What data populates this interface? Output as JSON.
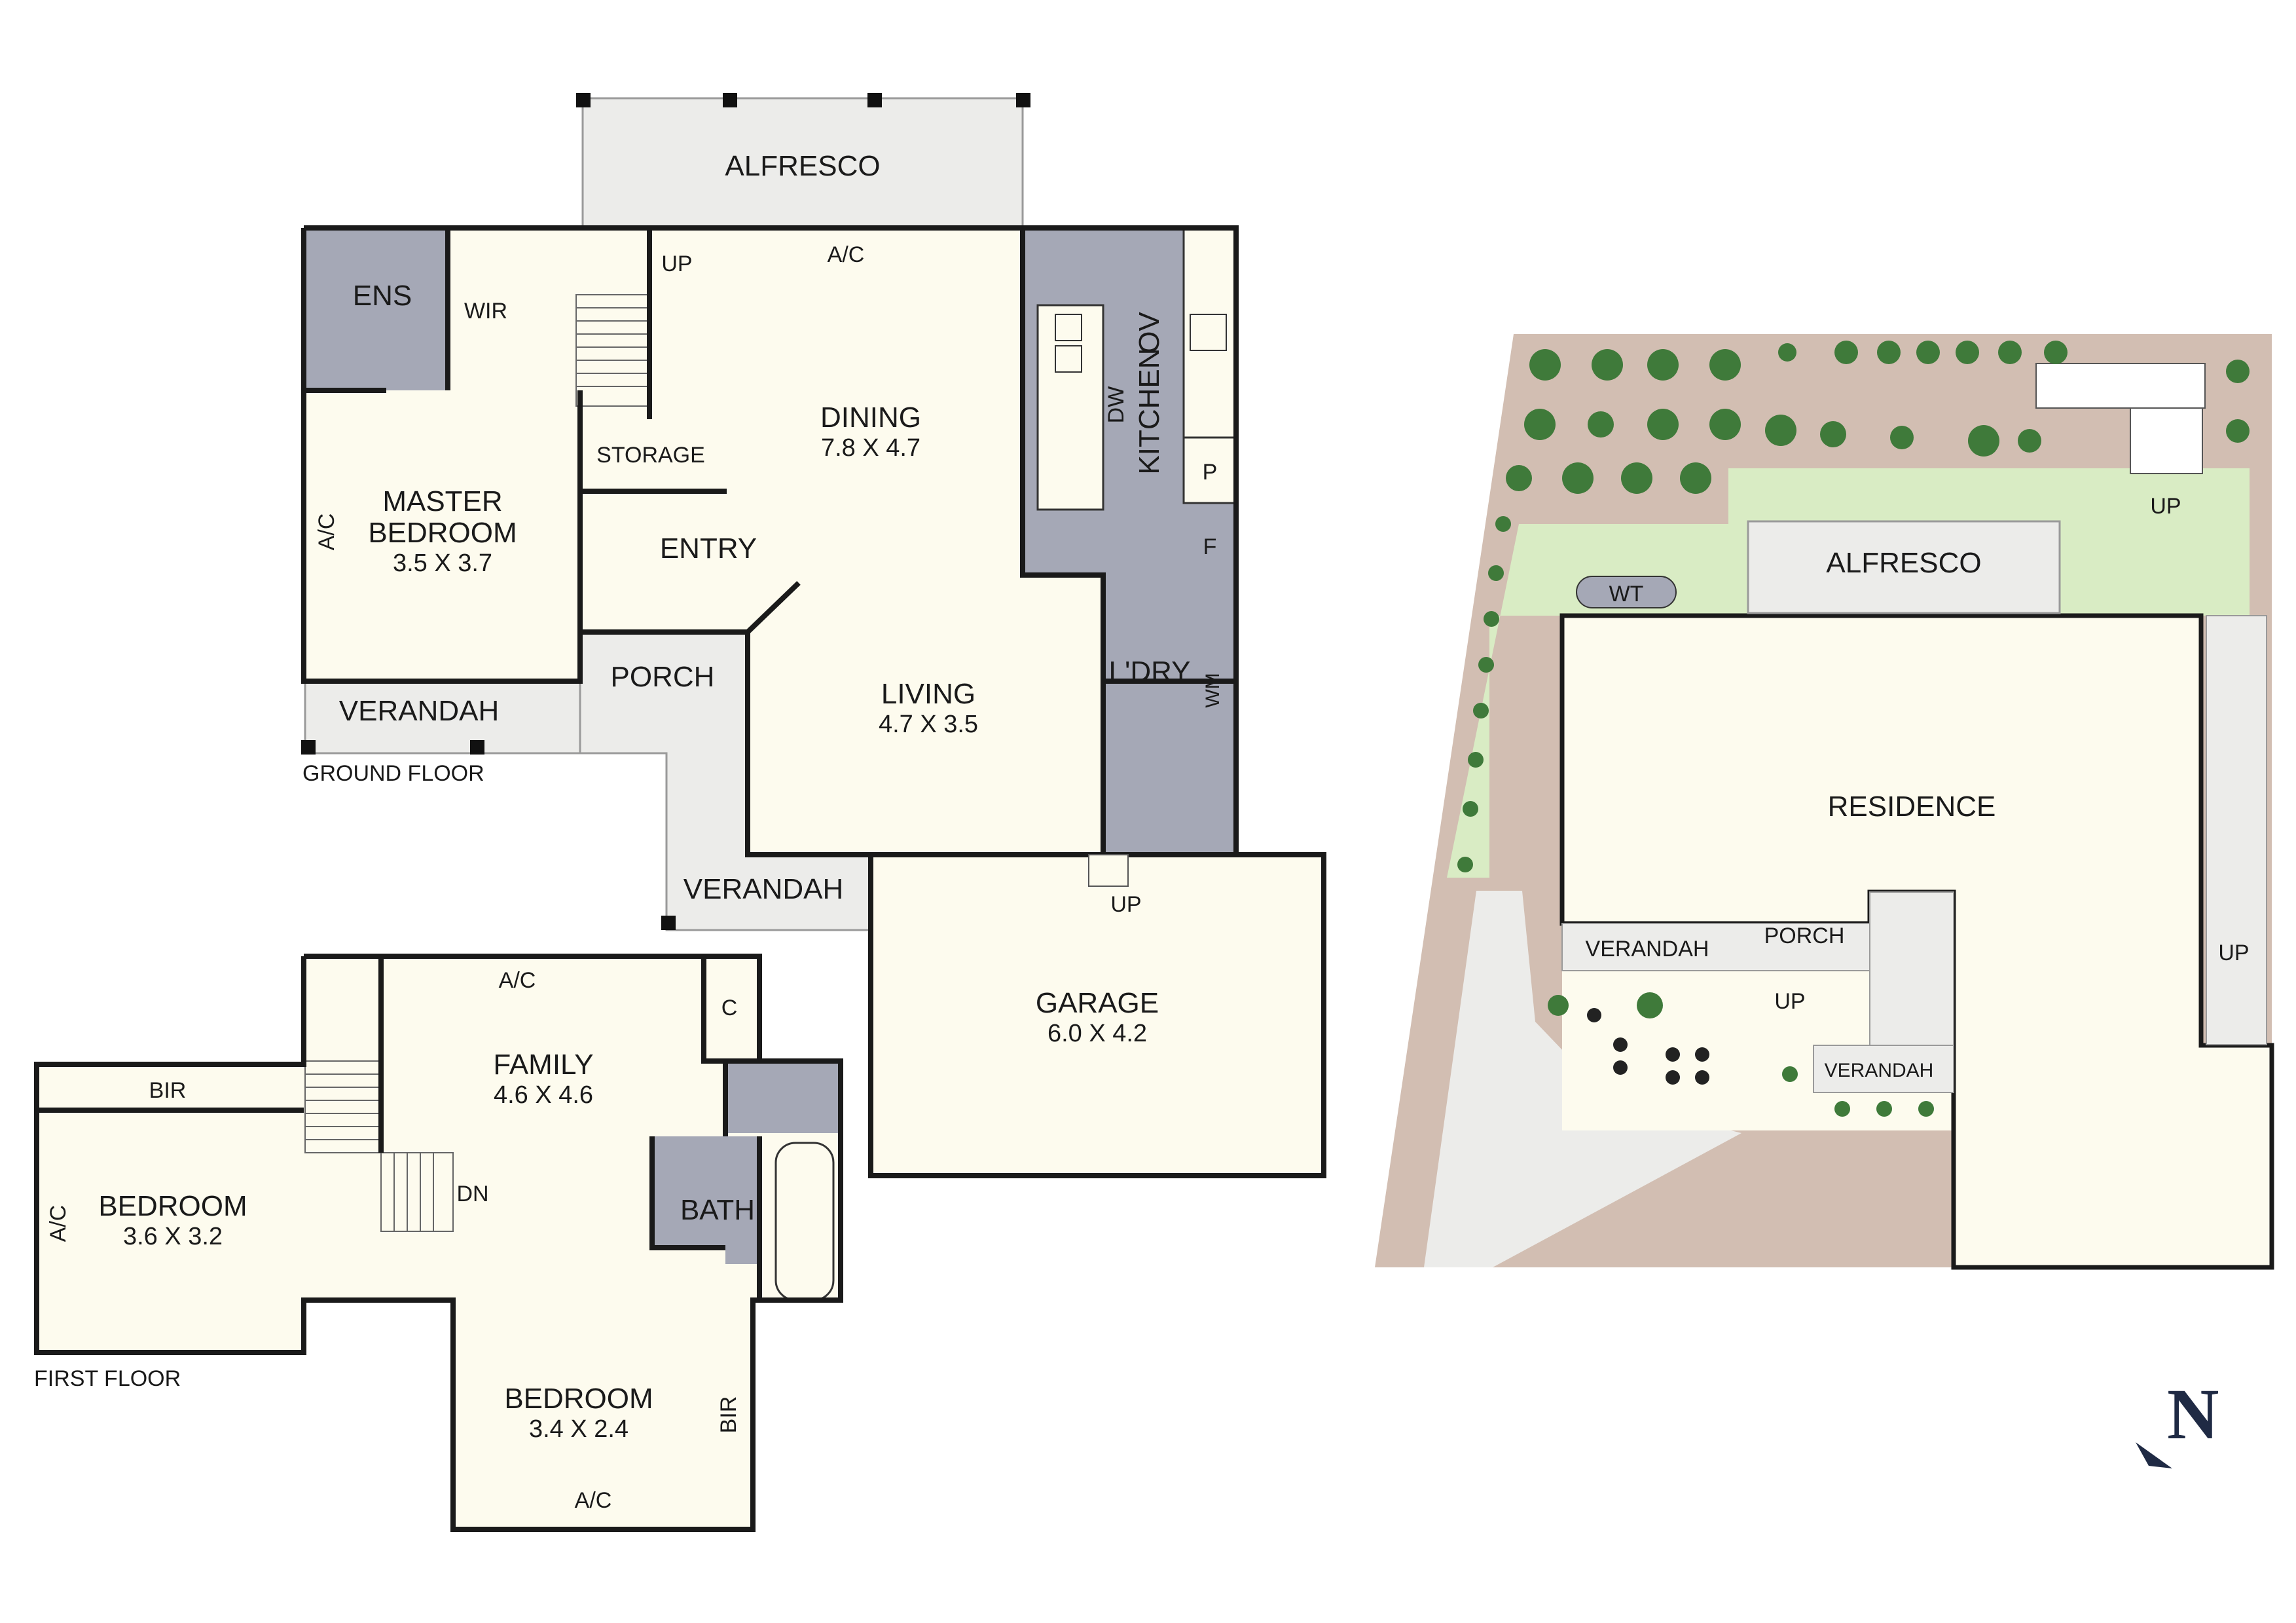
{
  "labels": {
    "alfresco_top": "ALFRESCO",
    "ac_alfresco": "A/C",
    "up_stairs": "UP",
    "ens": "ENS",
    "wir": "WIR",
    "dining": "DINING",
    "dining_dim": "7.8 X 4.7",
    "storage": "STORAGE",
    "dw": "DW",
    "kitchen": "KITCHEN",
    "ov": "OV",
    "p": "P",
    "f": "F",
    "master_bedroom_1": "MASTER",
    "master_bedroom_2": "BEDROOM",
    "master_dim": "3.5 X 3.7",
    "ac_master": "A/C",
    "entry": "ENTRY",
    "porch": "PORCH",
    "living": "LIVING",
    "living_dim": "4.7 X 3.5",
    "ldry": "L'DRY",
    "wm": "WM",
    "verandah_west": "VERANDAH",
    "ground_floor": "GROUND FLOOR",
    "verandah_south": "VERANDAH",
    "up_garage": "UP",
    "garage": "GARAGE",
    "garage_dim": "6.0 X 4.2",
    "ac_family": "A/C",
    "c": "C",
    "family": "FAMILY",
    "family_dim": "4.6 X 4.6",
    "bir_top": "BIR",
    "dn": "DN",
    "bedroom_left": "BEDROOM",
    "bedroom_left_dim": "3.6 X 3.2",
    "ac_bedroom_left": "A/C",
    "bath": "BATH",
    "first_floor": "FIRST FLOOR",
    "bedroom_bottom": "BEDROOM",
    "bedroom_bottom_dim": "3.4 X 2.4",
    "bir_side": "BIR",
    "ac_bedroom_bottom": "A/C",
    "site_alfresco": "ALFRESCO",
    "site_wt": "WT",
    "site_up_top": "UP",
    "site_residence": "RESIDENCE",
    "site_verandah": "VERANDAH",
    "site_porch": "PORCH",
    "site_up_porch": "UP",
    "site_verandah_2": "VERANDAH",
    "site_up_right": "UP",
    "compass_n": "N"
  },
  "colors": {
    "room_fill": "#fdfbee",
    "wet_area": "#a5a8b6",
    "outdoor": "#ececea",
    "wall": "#1a1a1a",
    "garden_brown": "#d2beb2",
    "lawn_green": "#d9ecc4",
    "shrub_green": "#3f7a3a",
    "compass_navy": "#1f2a44"
  }
}
